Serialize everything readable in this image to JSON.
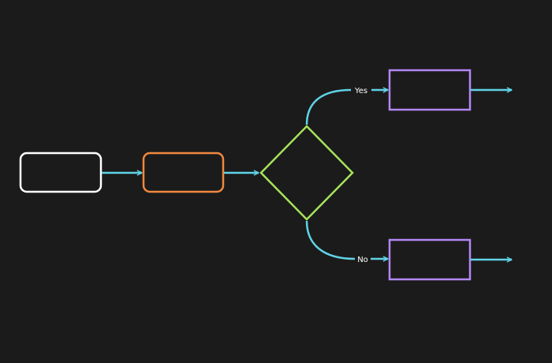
{
  "canvas": {
    "background": "#1b1b1b"
  },
  "colors": {
    "start": "#ffffff",
    "process": "#f0883e",
    "decision": "#a6e35c",
    "outcome": "#b388f5",
    "connector": "#5fd3e6",
    "label_text": "#ffffff"
  },
  "nodes": {
    "start": {
      "shape": "rounded-rectangle",
      "text": ""
    },
    "process": {
      "shape": "rounded-rectangle",
      "text": ""
    },
    "decision": {
      "shape": "diamond",
      "text": ""
    },
    "outcome_yes": {
      "shape": "rectangle",
      "text": ""
    },
    "outcome_no": {
      "shape": "rectangle",
      "text": ""
    }
  },
  "edges": {
    "yes_label": "Yes",
    "no_label": "No"
  }
}
